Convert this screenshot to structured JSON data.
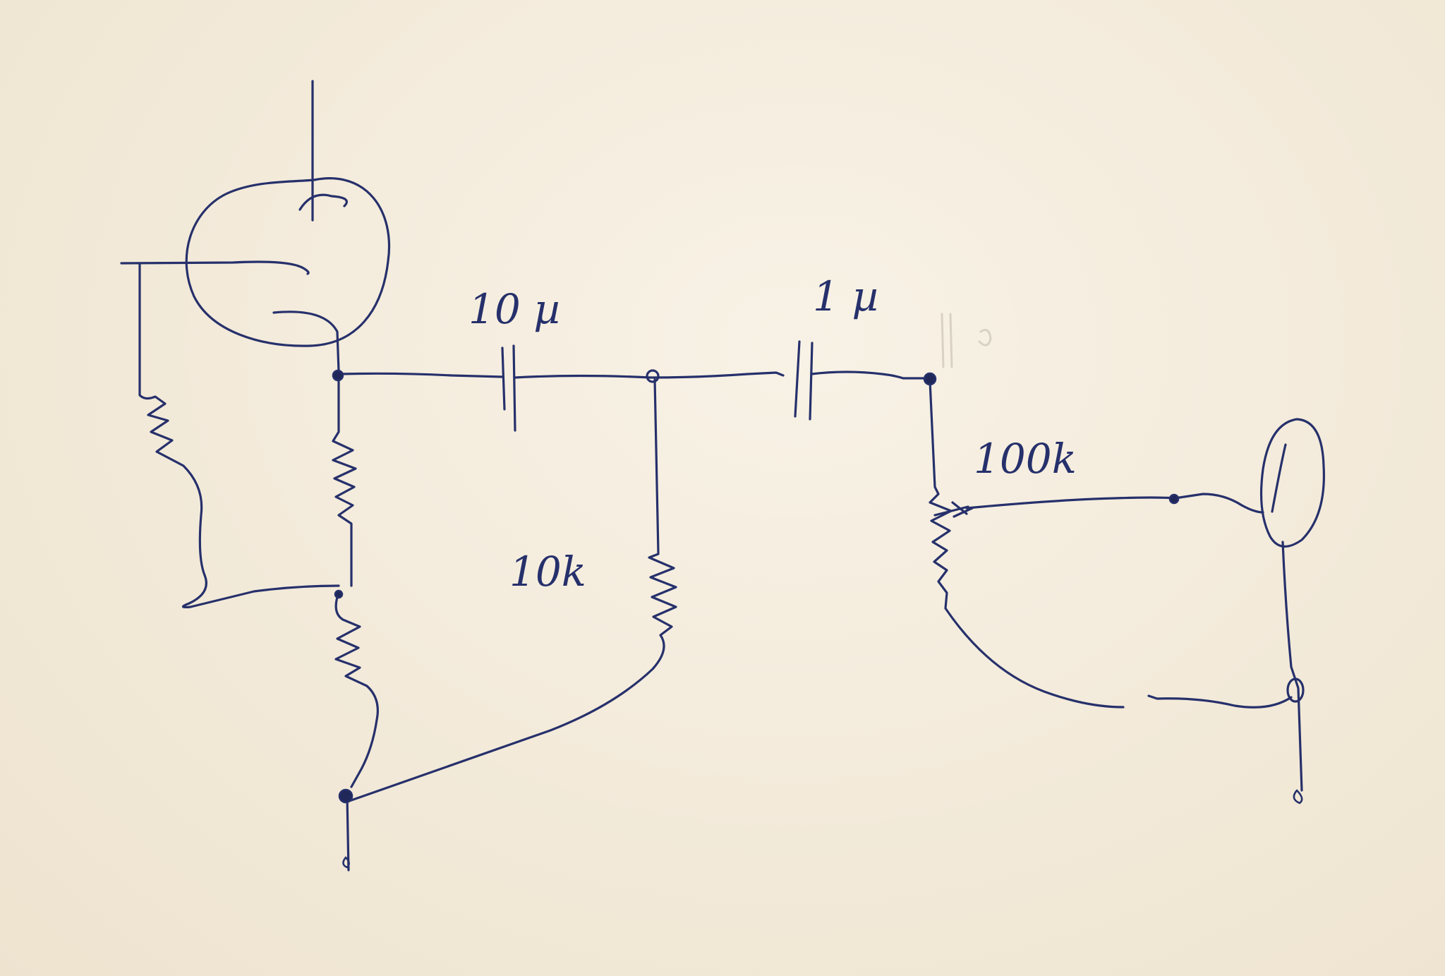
{
  "labels": {
    "cap_coupling_1": "10 µ",
    "cap_coupling_2": "1 µ",
    "resistor_10k": "10k",
    "pot_100k": "100k"
  },
  "colors": {
    "paper": "#f4ecdc",
    "ink": "#26306b"
  },
  "icons": {
    "tube": "vacuum-tube-icon",
    "output_jack": "output-jack-icon"
  }
}
